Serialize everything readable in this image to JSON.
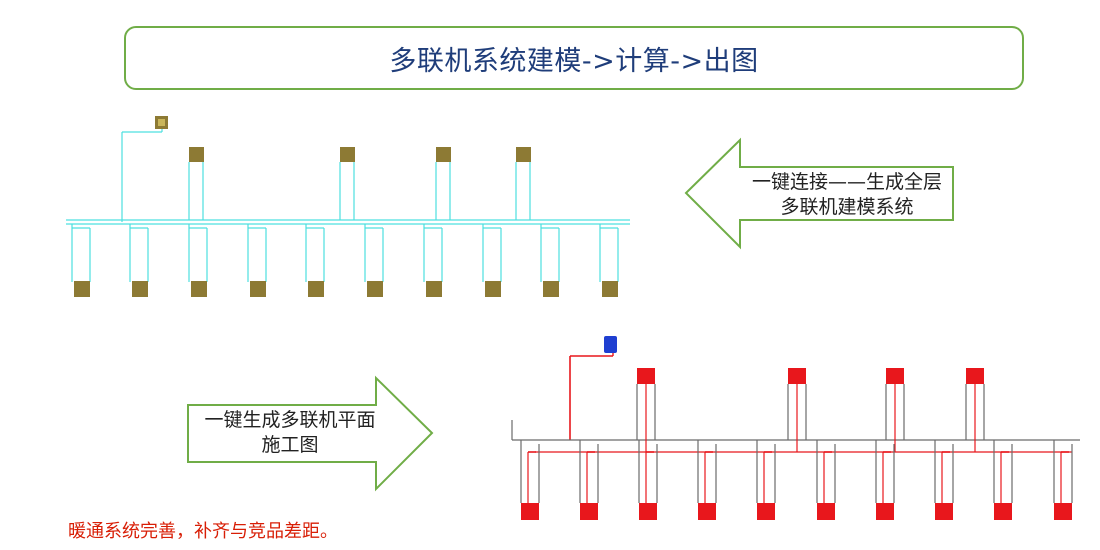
{
  "title": "多联机系统建模->计算->出图",
  "top_arrow": {
    "line1": "一键连接——生成全层",
    "line2": "多联机建模系统"
  },
  "bottom_arrow": {
    "line1": "一键生成多联机平面",
    "line2": "施工图"
  },
  "note": "暖通系统完善，补齐与竞品差距。",
  "colors": {
    "border_green": "#70ad47",
    "title_blue": "#1f3d7a",
    "pipe_cyan": "#4de0e0",
    "unit_olive": "#8d7a34",
    "pipe_red": "#e8171c",
    "pipe_gray": "#6b6b6b",
    "note_red": "#d81e06",
    "outdoor_blue": "#1f3fd1"
  }
}
